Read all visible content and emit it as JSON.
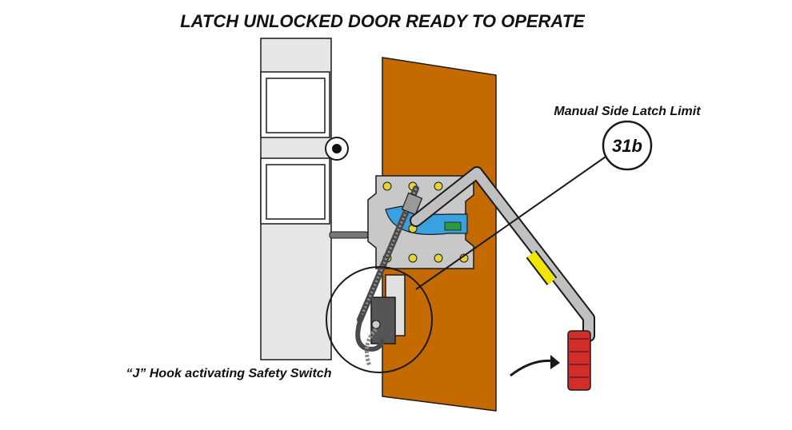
{
  "title": "LATCH UNLOCKED DOOR READY TO OPERATE",
  "callouts": {
    "limit_label": "Manual Side Latch Limit",
    "limit_badge": "31b",
    "hook_label": "“J” Hook activating Safety Switch"
  },
  "colors": {
    "door": "#c46a00",
    "frame": "#e6e6e6",
    "plate": "#c8c8c8",
    "bolt": "#e8d23a",
    "slot": "#3aa0e0",
    "lever": "#c0c0c0",
    "yellow_band": "#f2e600",
    "grip": "#d42b2b",
    "outline": "#1a1a1a"
  }
}
